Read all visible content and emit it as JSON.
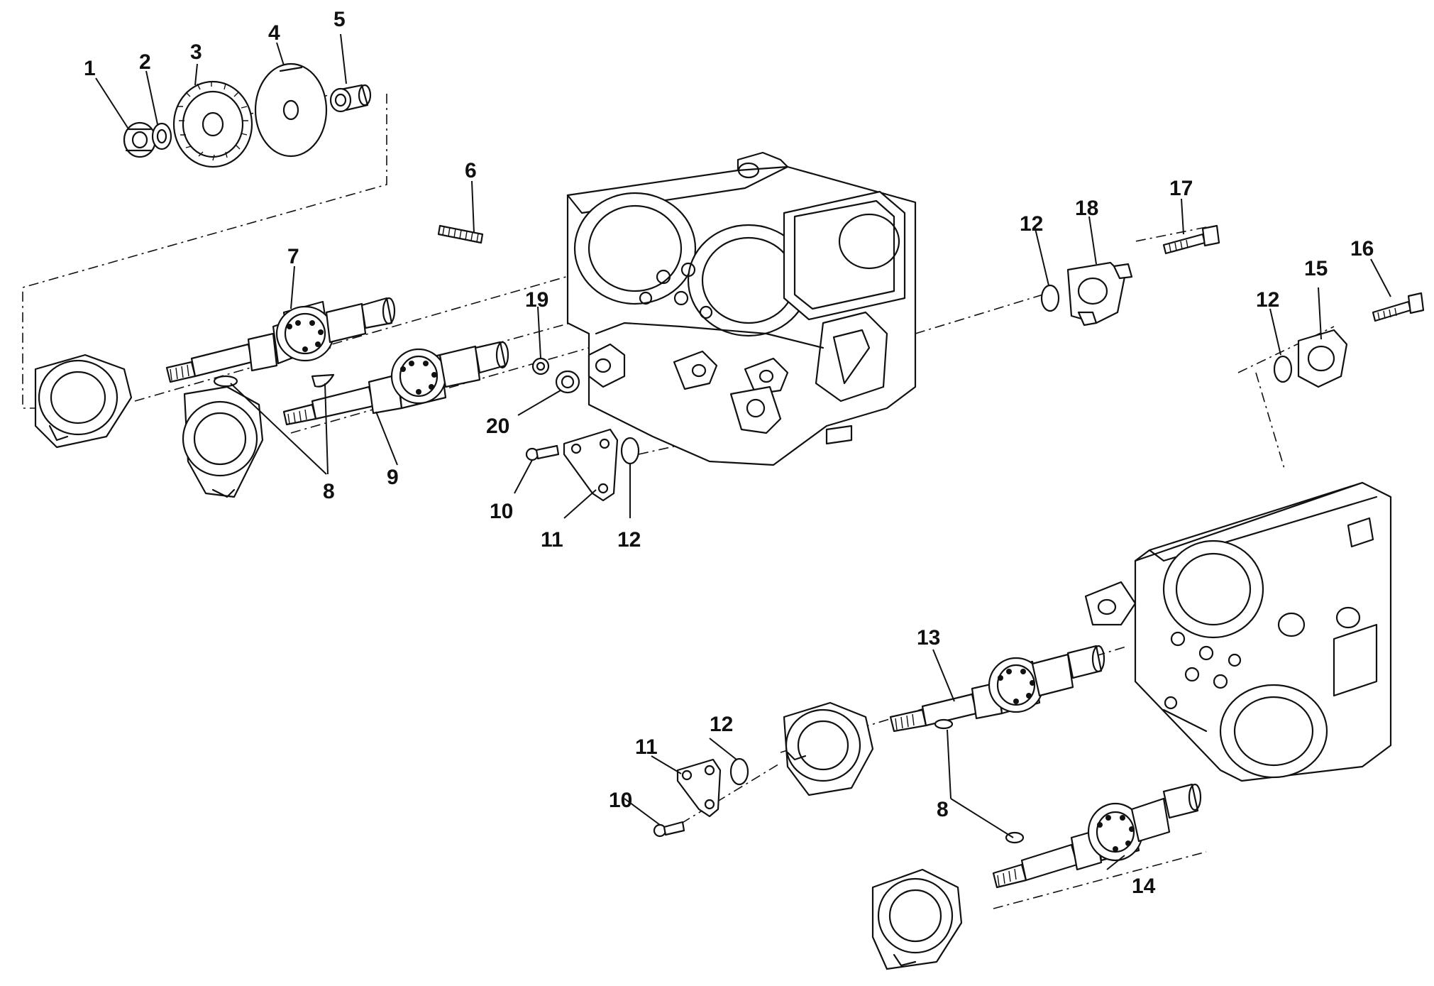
{
  "callouts": [
    {
      "id": "c1",
      "text": "1"
    },
    {
      "id": "c2",
      "text": "2"
    },
    {
      "id": "c3",
      "text": "3"
    },
    {
      "id": "c4",
      "text": "4"
    },
    {
      "id": "c5",
      "text": "5"
    },
    {
      "id": "c6",
      "text": "6"
    },
    {
      "id": "c7",
      "text": "7"
    },
    {
      "id": "c8a",
      "text": "8"
    },
    {
      "id": "c9",
      "text": "9"
    },
    {
      "id": "c10a",
      "text": "10"
    },
    {
      "id": "c11a",
      "text": "11"
    },
    {
      "id": "c12a",
      "text": "12"
    },
    {
      "id": "c12b",
      "text": "12"
    },
    {
      "id": "c12c",
      "text": "12"
    },
    {
      "id": "c12d",
      "text": "12"
    },
    {
      "id": "c13",
      "text": "13"
    },
    {
      "id": "c14",
      "text": "14"
    },
    {
      "id": "c15",
      "text": "15"
    },
    {
      "id": "c16",
      "text": "16"
    },
    {
      "id": "c17",
      "text": "17"
    },
    {
      "id": "c18",
      "text": "18"
    },
    {
      "id": "c19",
      "text": "19"
    },
    {
      "id": "c20",
      "text": "20"
    },
    {
      "id": "c8b",
      "text": "8"
    },
    {
      "id": "c10b",
      "text": "10"
    },
    {
      "id": "c11b",
      "text": "11"
    }
  ]
}
